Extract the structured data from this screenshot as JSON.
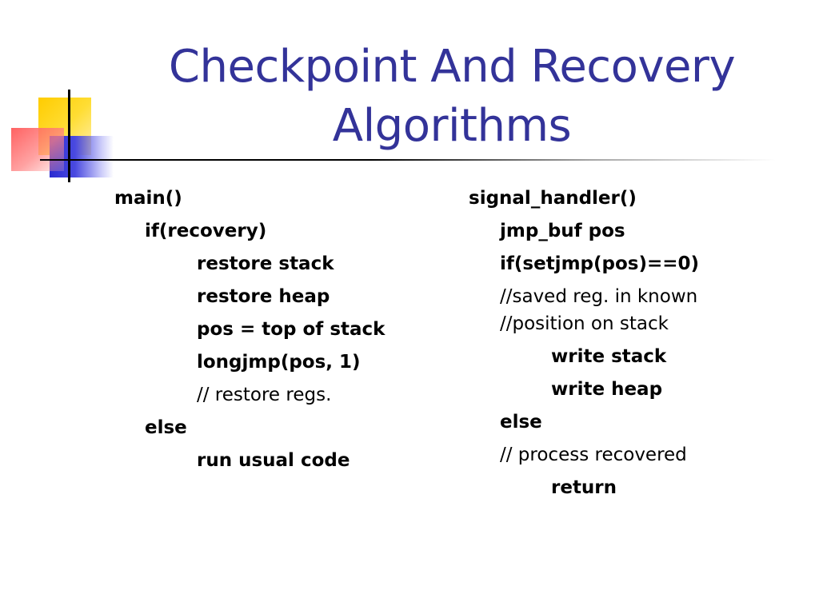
{
  "slide": {
    "title_line1": "Checkpoint And Recovery",
    "title_line2": "Algorithms"
  },
  "left_code": [
    "main()",
    "if(recovery)",
    "restore stack",
    "restore heap",
    "pos = top of stack",
    "longjmp(pos, 1)",
    "// restore regs.",
    "else",
    "run usual code"
  ],
  "right_code": [
    "signal_handler()",
    "jmp_buf pos",
    "if(setjmp(pos)==0)",
    "//saved reg. in known",
    "//position on stack",
    "write stack",
    "write heap",
    "else",
    "// process recovered",
    "return"
  ],
  "colors": {
    "title": "#333399",
    "deco_yellow": "#ffcc00",
    "deco_red": "#ff3333",
    "deco_blue": "#3333cc"
  }
}
